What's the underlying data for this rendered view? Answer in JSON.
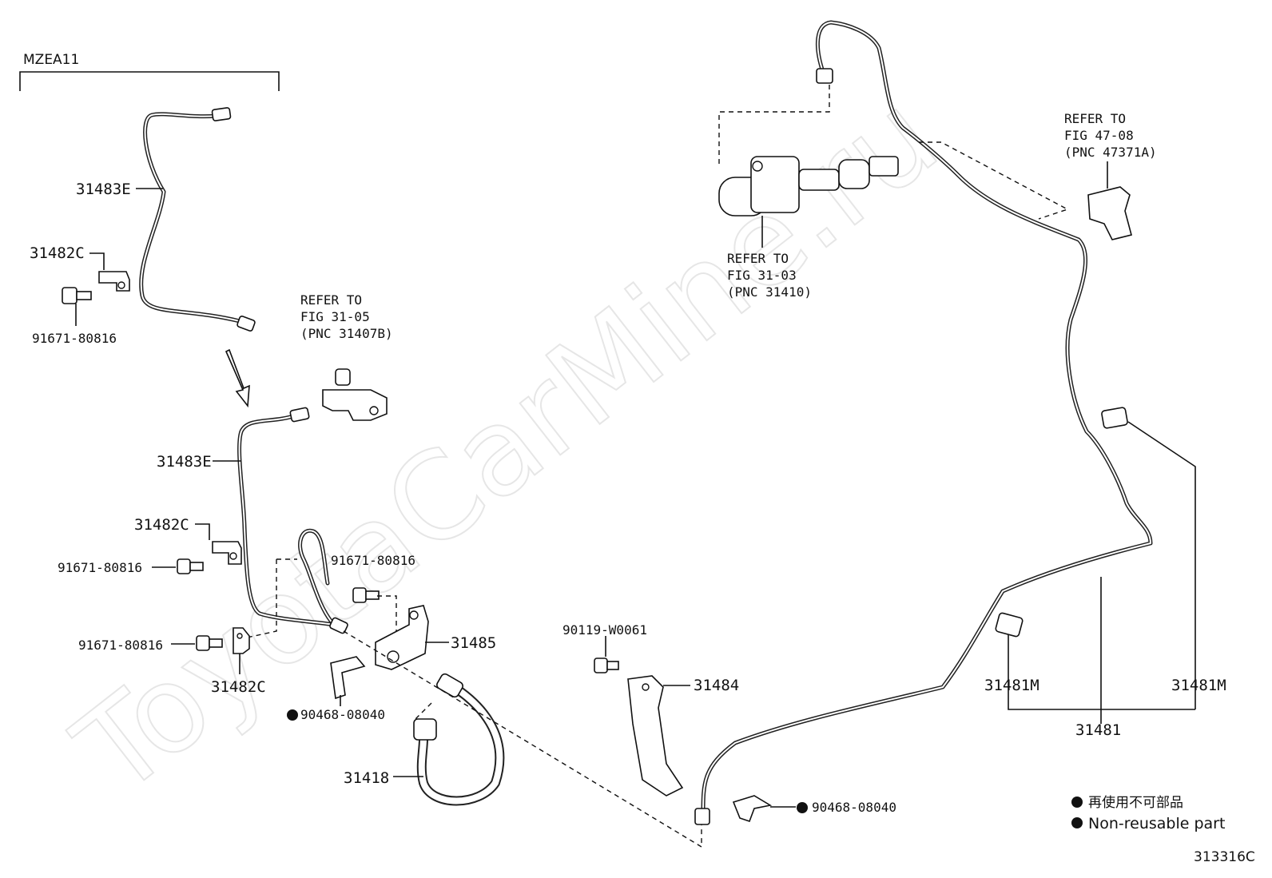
{
  "model_code": "MZEA11",
  "figure_code": "313316C",
  "watermark": "ToyotaCarMine.ru",
  "references": [
    {
      "line1": "REFER TO",
      "line2": "FIG 31-05",
      "line3": "(PNC 31407B)"
    },
    {
      "line1": "REFER TO",
      "line2": "FIG 31-03",
      "line3": "(PNC 31410)"
    },
    {
      "line1": "REFER TO",
      "line2": "FIG 47-08",
      "line3": "(PNC 47371A)"
    }
  ],
  "parts": {
    "p31483E_top": "31483E",
    "p31482C_top": "31482C",
    "p91671_top": "91671-80816",
    "p31483E_mid": "31483E",
    "p31482C_mid": "31482C",
    "p91671_mid": "91671-80816",
    "p91671_clip": "91671-80816",
    "p91671_low": "91671-80816",
    "p31482C_low": "31482C",
    "p31485": "31485",
    "p90468_left": "90468-08040",
    "p31418": "31418",
    "p90119": "90119-W0061",
    "p31484": "31484",
    "p90468_right": "90468-08040",
    "p31481M_left": "31481M",
    "p31481M_right": "31481M",
    "p31481": "31481"
  },
  "legend": {
    "jp": "再使用不可部品",
    "en": "Non-reusable part"
  }
}
